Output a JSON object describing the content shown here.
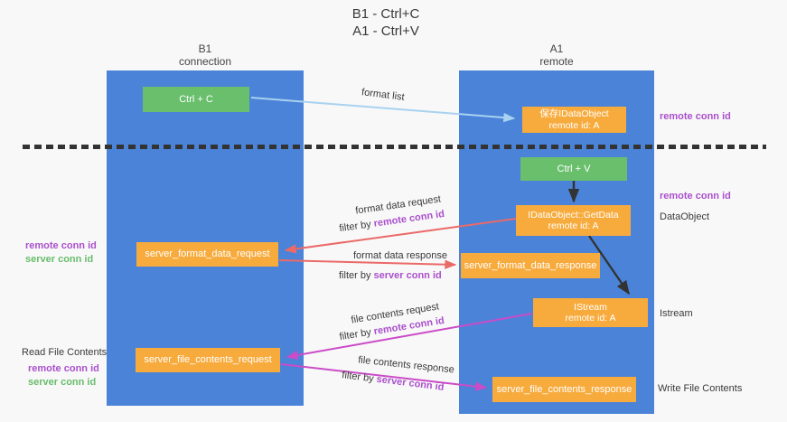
{
  "colors": {
    "bg": "#f8f8f8",
    "column-blue": "#4a83d8",
    "box-orange": "#f8ab3d",
    "box-green": "#6abf6d",
    "arrow-red": "#ea6a68",
    "arrow-magenta": "#cb4cc8",
    "arrow-lightblue": "#a8d2f0",
    "arrow-black": "#333333",
    "text-purple": "#aa50cc",
    "text-green": "#68bd6c",
    "text-dark": "#3a3a3a"
  },
  "title": {
    "line1": "B1 - Ctrl+C",
    "line2": "A1 - Ctrl+V"
  },
  "columns": {
    "left": {
      "header_line1": "B1",
      "header_line2": "connection"
    },
    "right": {
      "header_line1": "A1",
      "header_line2": "remote"
    }
  },
  "boxes": {
    "ctrl_c": "Ctrl + C",
    "ctrl_v": "Ctrl + V",
    "save_dataobject_line1": "保存IDataObject",
    "save_dataobject_line2": "remote id: A",
    "getdata_line1": "IDataObject::GetData",
    "getdata_line2": "remote id: A",
    "istream_line1": "IStream",
    "istream_line2": "remote id: A",
    "format_request": "server_format_data_request",
    "format_response": "server_format_data_response",
    "file_request": "server_file_contents_request",
    "file_response": "server_file_contents_response"
  },
  "arrow_labels": {
    "format_list": "format list",
    "format_data_request": "format data request",
    "format_data_response": "format data response",
    "file_contents_request": "file contents request",
    "file_contents_response": "file contents response",
    "filter_prefix": "filter by",
    "remote_conn_id": "remote conn id",
    "server_conn_id": "server conn id"
  },
  "side_labels": {
    "remote_conn_id": "remote conn id",
    "server_conn_id": "server conn id",
    "dataobject": "DataObject",
    "istream": "Istream",
    "read_file": "Read File Contents",
    "write_file": "Write File Contents"
  }
}
